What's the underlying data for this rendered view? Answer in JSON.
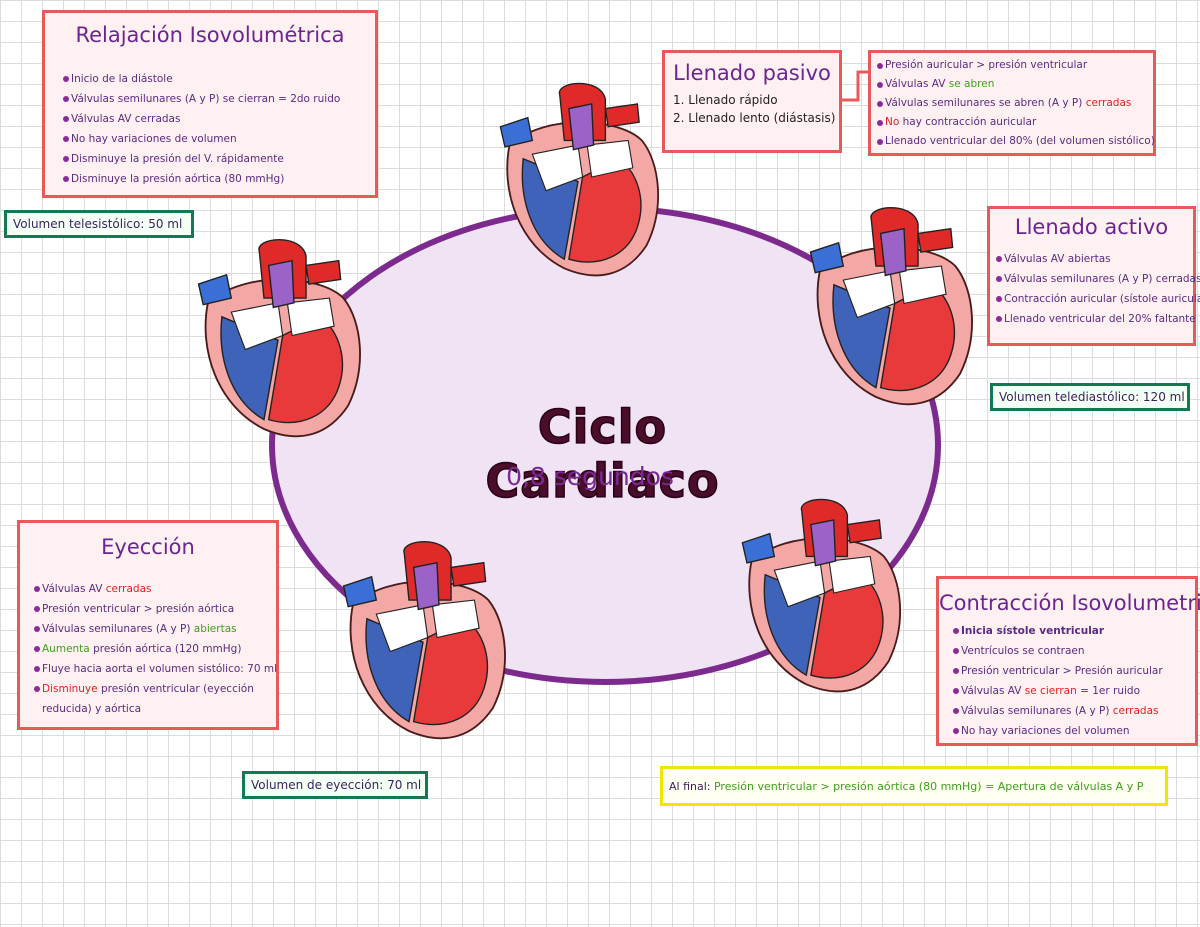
{
  "title": "Ciclo Cardiaco",
  "subtitle": "0,8 segundos",
  "relajacion": {
    "heading": "Relajación Isovolumétrica",
    "items": [
      "Inicio de la diástole",
      "Válvulas semilunares (A y P) se cierran = 2do ruido",
      "Válvulas AV cerradas",
      "No hay variaciones de volumen",
      "Disminuye la presión del V. rápidamente",
      "Disminuye la presión aórtica (80 mmHg)"
    ]
  },
  "volumen_telesistolico": "Volumen telesistólico: 50 ml",
  "llenado_pasivo": {
    "heading": "Llenado pasivo",
    "line1": "1. Llenado rápido",
    "line2": "2. Llenado lento (diástasis)",
    "details": {
      "d1": "Presión auricular > presión ventricular",
      "d2_a": "Válvulas AV ",
      "d2_b": "se abren",
      "d3_a": "Válvulas semilunares se abren (A y P) ",
      "d3_b": "cerradas",
      "d4_a": "No",
      "d4_b": " hay contracción auricular",
      "d5": "Llenado ventricular del 80% (del volumen sistólico)"
    }
  },
  "llenado_activo": {
    "heading": "Llenado activo",
    "items": [
      "Válvulas AV abiertas",
      "Válvulas semilunares (A y P) cerradas",
      "Contracción auricular (sístole auricular)",
      "Llenado ventricular del 20% faltante"
    ]
  },
  "volumen_telediastolico": "Volumen telediastólico: 120 ml",
  "eyeccion": {
    "heading": "Eyección",
    "i1_a": "Válvulas AV ",
    "i1_b": "cerradas",
    "i2": "Presión ventricular > presión aórtica",
    "i3_a": "Válvulas semilunares (A y P) ",
    "i3_b": "abiertas",
    "i4_a": "Aumenta",
    "i4_b": " presión aórtica (120 mmHg)",
    "i5": "Fluye hacia aorta el volumen sistólico: 70 ml",
    "i6_a": "Disminuye",
    "i6_b": " presión ventricular (eyección",
    "i6_c": "reducida) y aórtica"
  },
  "volumen_eyeccion": "Volumen de eyección: 70 ml",
  "contraccion": {
    "heading": "Contracción Isovolumetrica",
    "i1": "Inicia sístole ventricular",
    "i2": "Ventrículos se contraen",
    "i3": "Presión ventricular > Presión auricular",
    "i4_a": "Válvulas AV ",
    "i4_b": "se cierran",
    "i4_c": " = 1er ruido",
    "i5_a": "Válvulas semilunares (A y P) ",
    "i5_b": "cerradas",
    "i6": "No hay variaciones del volumen"
  },
  "final_note": {
    "a": "Al final: ",
    "b": "Presión ventricular > presión aórtica (80 mmHg) = Apertura de válvulas A y P"
  }
}
